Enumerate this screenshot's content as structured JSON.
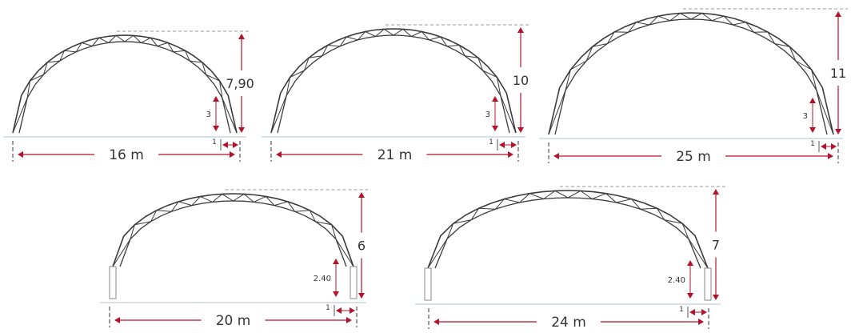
{
  "colors": {
    "accent": "#b5122b",
    "truss": "#3a3a3a",
    "ground": "#d9e1e8",
    "guide": "#9a9a9a",
    "text": "#333333"
  },
  "diagrams": [
    {
      "id": "arch-16",
      "span_label": "16 m",
      "height_label": "7,90",
      "side_label": "3",
      "gap_label": "1",
      "columns": false
    },
    {
      "id": "arch-21",
      "span_label": "21 m",
      "height_label": "10",
      "side_label": "3",
      "gap_label": "1",
      "columns": false
    },
    {
      "id": "arch-25",
      "span_label": "25 m",
      "height_label": "11",
      "side_label": "3",
      "gap_label": "1",
      "columns": false
    },
    {
      "id": "arch-20",
      "span_label": "20 m",
      "height_label": "6",
      "side_label": "2.40",
      "gap_label": "1",
      "columns": true
    },
    {
      "id": "arch-24",
      "span_label": "24 m",
      "height_label": "7",
      "side_label": "2.40",
      "gap_label": "1",
      "columns": true
    }
  ]
}
